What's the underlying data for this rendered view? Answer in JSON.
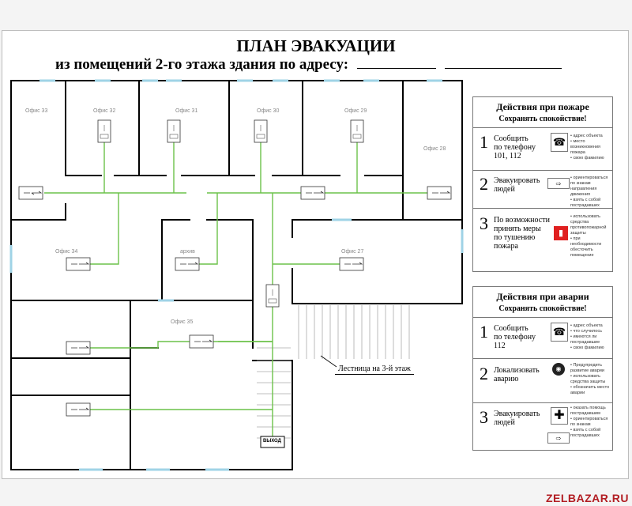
{
  "header": {
    "title": "ПЛАН ЭВАКУАЦИИ",
    "subtitle": "из помещений 2-го этажа здания по адресу:"
  },
  "rooms": {
    "r33": "Офис 33",
    "r32": "Офис 32",
    "r31": "Офис 31",
    "r30": "Офис 30",
    "r29": "Офис 29",
    "r28": "Офис 28",
    "r34": "Офис 34",
    "r_arch": "архив",
    "r27": "Офис 27",
    "r35": "Офис 35"
  },
  "stairs_label": "Лестница на 3-й этаж",
  "exit_sign_text": "ВЫХОД",
  "fire_panel": {
    "title": "Действия при пожаре",
    "subtitle": "Сохранять спокойствие!",
    "steps": [
      {
        "num": "1",
        "text": "Сообщить\nпо телефону\n101, 112",
        "icon": "phone-icon",
        "bullets": [
          "адрес объекта",
          "место возникновения пожара",
          "свою фамилию"
        ]
      },
      {
        "num": "2",
        "text": "Эвакуировать\nлюдей",
        "icon": "exit-sign-icon",
        "bullets": [
          "ориентироваться по знакам направления движения",
          "взять с собой пострадавших"
        ]
      },
      {
        "num": "3",
        "text": "По возможности\nпринять меры\nпо тушению\nпожара",
        "icon": "fire-extinguisher-icon",
        "bullets": [
          "использовать средства противопожарной защиты",
          "при необходимости обесточить помещение"
        ]
      }
    ]
  },
  "accident_panel": {
    "title": "Действия при аварии",
    "subtitle": "Сохранять спокойствие!",
    "steps": [
      {
        "num": "1",
        "text": "Сообщить\nпо телефону\n112",
        "icon": "phone-icon",
        "bullets": [
          "адрес объекта",
          "что случилось",
          "имеются ли пострадавшие",
          "свою фамилию"
        ]
      },
      {
        "num": "2",
        "text": "Локализовать\nаварию",
        "icon": "protective-mask-icon",
        "bullets": [
          "Предупредить развитие аварии",
          "использовать средства защиты",
          "обозначить место аварии"
        ]
      },
      {
        "num": "3",
        "text": "Эвакуировать\nлюдей",
        "icon": "first-aid-icon",
        "bullets": [
          "оказать помощь пострадавшим",
          "ориентироваться по знакам",
          "взять с собой пострадавших"
        ]
      }
    ]
  },
  "watermark": "ZELBAZAR.RU",
  "colors": {
    "route": "#6cc24a",
    "window": "#9fd3e6",
    "wall": "#000000",
    "watermark": "#b21e23",
    "extinguisher": "#e02020"
  }
}
